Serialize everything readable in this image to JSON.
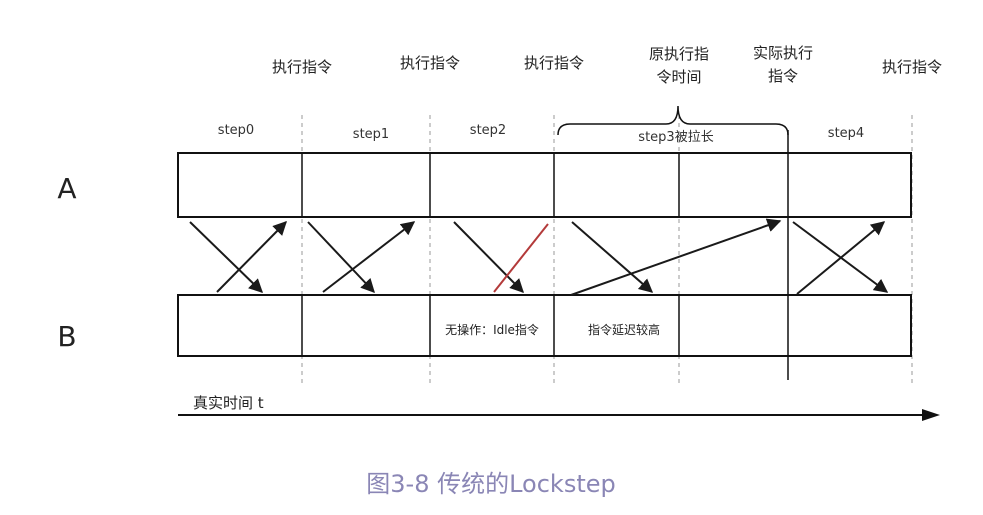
{
  "instruction_labels": [
    {
      "lines": [
        "执行指令"
      ]
    },
    {
      "lines": [
        "执行指令"
      ]
    },
    {
      "lines": [
        "执行指令"
      ]
    },
    {
      "lines": [
        "原执行指",
        "令时间"
      ]
    },
    {
      "lines": [
        "实际执行",
        "指令"
      ]
    },
    {
      "lines": [
        "执行指令"
      ]
    }
  ],
  "steps": [
    "step0",
    "step1",
    "step2",
    "step3被拉长",
    "step4"
  ],
  "lanes": {
    "a": "A",
    "b": "B"
  },
  "cells": {
    "idle": "无操作：Idle指令",
    "delay": "指令延迟较高"
  },
  "axis": {
    "label": "真实时间 t"
  },
  "caption": "图3-8 传统的Lockstep",
  "colors": {
    "caption": "#8a86b5",
    "stroke": "#111111",
    "dash": "#9a9a9a",
    "highlight_arrow": "#b33a3a"
  }
}
